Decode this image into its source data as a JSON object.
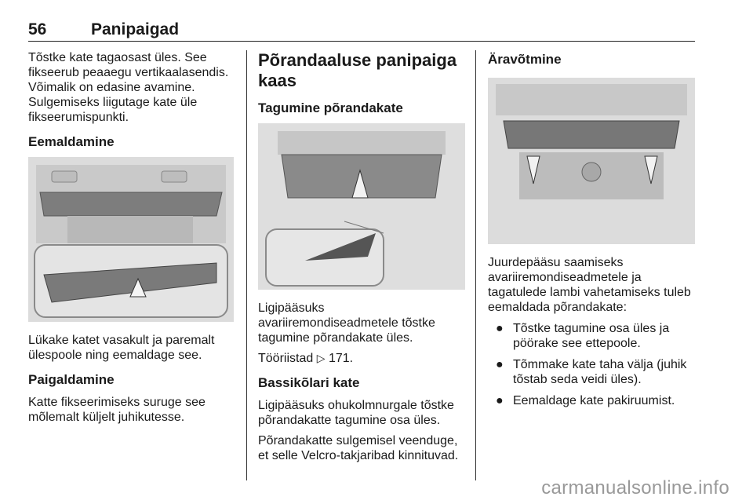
{
  "header": {
    "page_number": "56",
    "title": "Panipaigad"
  },
  "col1": {
    "intro": "Tõstke kate tagaosast üles. See fikseerub peaaegu vertikaalasendis. Võimalik on edasine avamine. Sulgemiseks liigutage kate üle fikseerumispunkti.",
    "heading_remove": "Eemaldamine",
    "remove_text": "Lükake katet vasakult ja paremalt ülespoole ning eemaldage see.",
    "heading_install": "Paigaldamine",
    "install_text": "Katte fikseerimiseks suruge see mõlemalt küljelt juhikutesse."
  },
  "col2": {
    "heading": "Põrandaaluse panipaiga kaas",
    "subheading_rear": "Tagumine põrandakate",
    "rear_text": "Ligipääsuks avariiremondiseadmetele tõstke tagumine põrandakate üles.",
    "tools_label": "Tööriistad",
    "tools_ref_icon": "triangle-arrow-icon",
    "tools_page": "171.",
    "subheading_bass": "Bassikõlari kate",
    "bass_text1": "Ligipääsuks ohukolmnurgale tõstke põrandakatte tagumine osa üles.",
    "bass_text2": "Põrandakatte sulgemisel veenduge, et selle Velcro-takjaribad kinnituvad."
  },
  "col3": {
    "heading": "Äravõtmine",
    "intro": "Juurdepääsu saamiseks avariiremondiseadmetele ja tagatulede lambi vahetamiseks tuleb eemaldada põrandakate:",
    "bullets": [
      "Tõstke tagumine osa üles ja pöörake see ettepoole.",
      "Tõmmake kate taha välja (juhik tõstab seda veidi üles).",
      "Eemaldage kate pakiruumist."
    ],
    "bullet_symbol": "●"
  },
  "footer": {
    "watermark": "carmanualsonline.info"
  }
}
